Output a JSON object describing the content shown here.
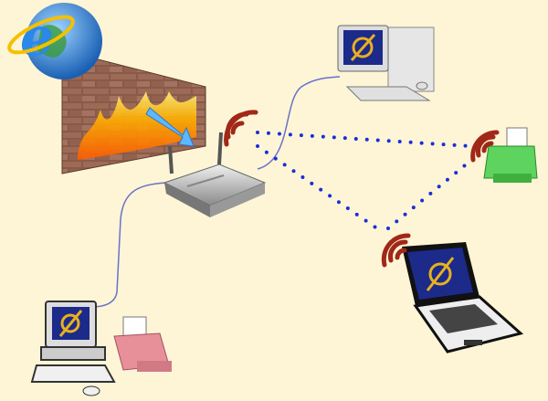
{
  "diagram": {
    "nodes": [
      {
        "id": "internet",
        "icon": "internet-explorer-globe-icon"
      },
      {
        "id": "firewall",
        "icon": "firewall-icon"
      },
      {
        "id": "router",
        "icon": "wireless-router-icon"
      },
      {
        "id": "desktop-top",
        "icon": "desktop-computer-icon"
      },
      {
        "id": "printer-wireless",
        "icon": "printer-icon"
      },
      {
        "id": "laptop",
        "icon": "laptop-icon"
      },
      {
        "id": "desktop-bottom",
        "icon": "desktop-computer-icon"
      },
      {
        "id": "printer-wired",
        "icon": "printer-icon"
      }
    ],
    "links": [
      {
        "from": "router",
        "to": "desktop-top",
        "type": "wired"
      },
      {
        "from": "router",
        "to": "desktop-bottom",
        "type": "wired"
      },
      {
        "from": "router",
        "to": "printer-wireless",
        "type": "wireless"
      },
      {
        "from": "router",
        "to": "laptop",
        "type": "wireless"
      },
      {
        "from": "laptop",
        "to": "printer-wireless",
        "type": "wireless"
      }
    ],
    "colors": {
      "background": "#fdf5d6",
      "wire": "#6a72c8",
      "wireless": "#1a2fd8",
      "signal": "#a02818",
      "printer_wireless": "#5ed35e",
      "printer_wired": "#e8909a",
      "screen": "#1c2a8a",
      "screen_symbol": "#e8b020"
    }
  }
}
